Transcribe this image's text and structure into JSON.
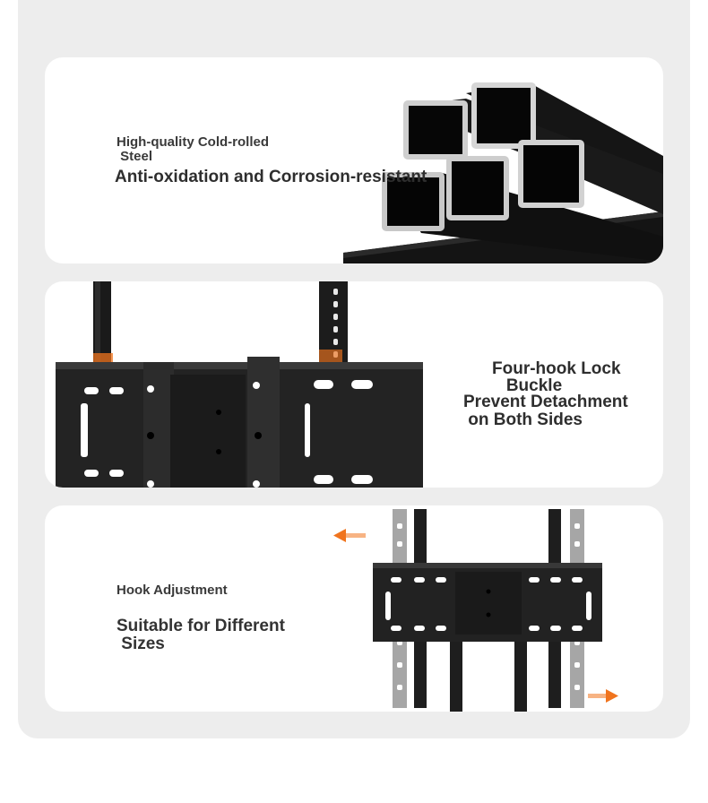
{
  "panel1": {
    "line1": "High-quality Cold-rolled",
    "line2": " Steel",
    "line3": "Anti-oxidation and Corrosion-resistant"
  },
  "panel2": {
    "line1": "Four-hook Lock",
    "line2": "   Buckle",
    "line3": "Prevent Detachment",
    "line4": " on Both Sides"
  },
  "panel3": {
    "line1": "Hook Adjustment",
    "line2": "Suitable for Different",
    "line3": " Sizes"
  },
  "colors": {
    "accent": "#f0741e",
    "steel": "#1c1c1c",
    "rail_light": "#a6a6a6"
  },
  "icons": {
    "arrow_left": "arrow-left-icon",
    "arrow_right": "arrow-right-icon"
  }
}
